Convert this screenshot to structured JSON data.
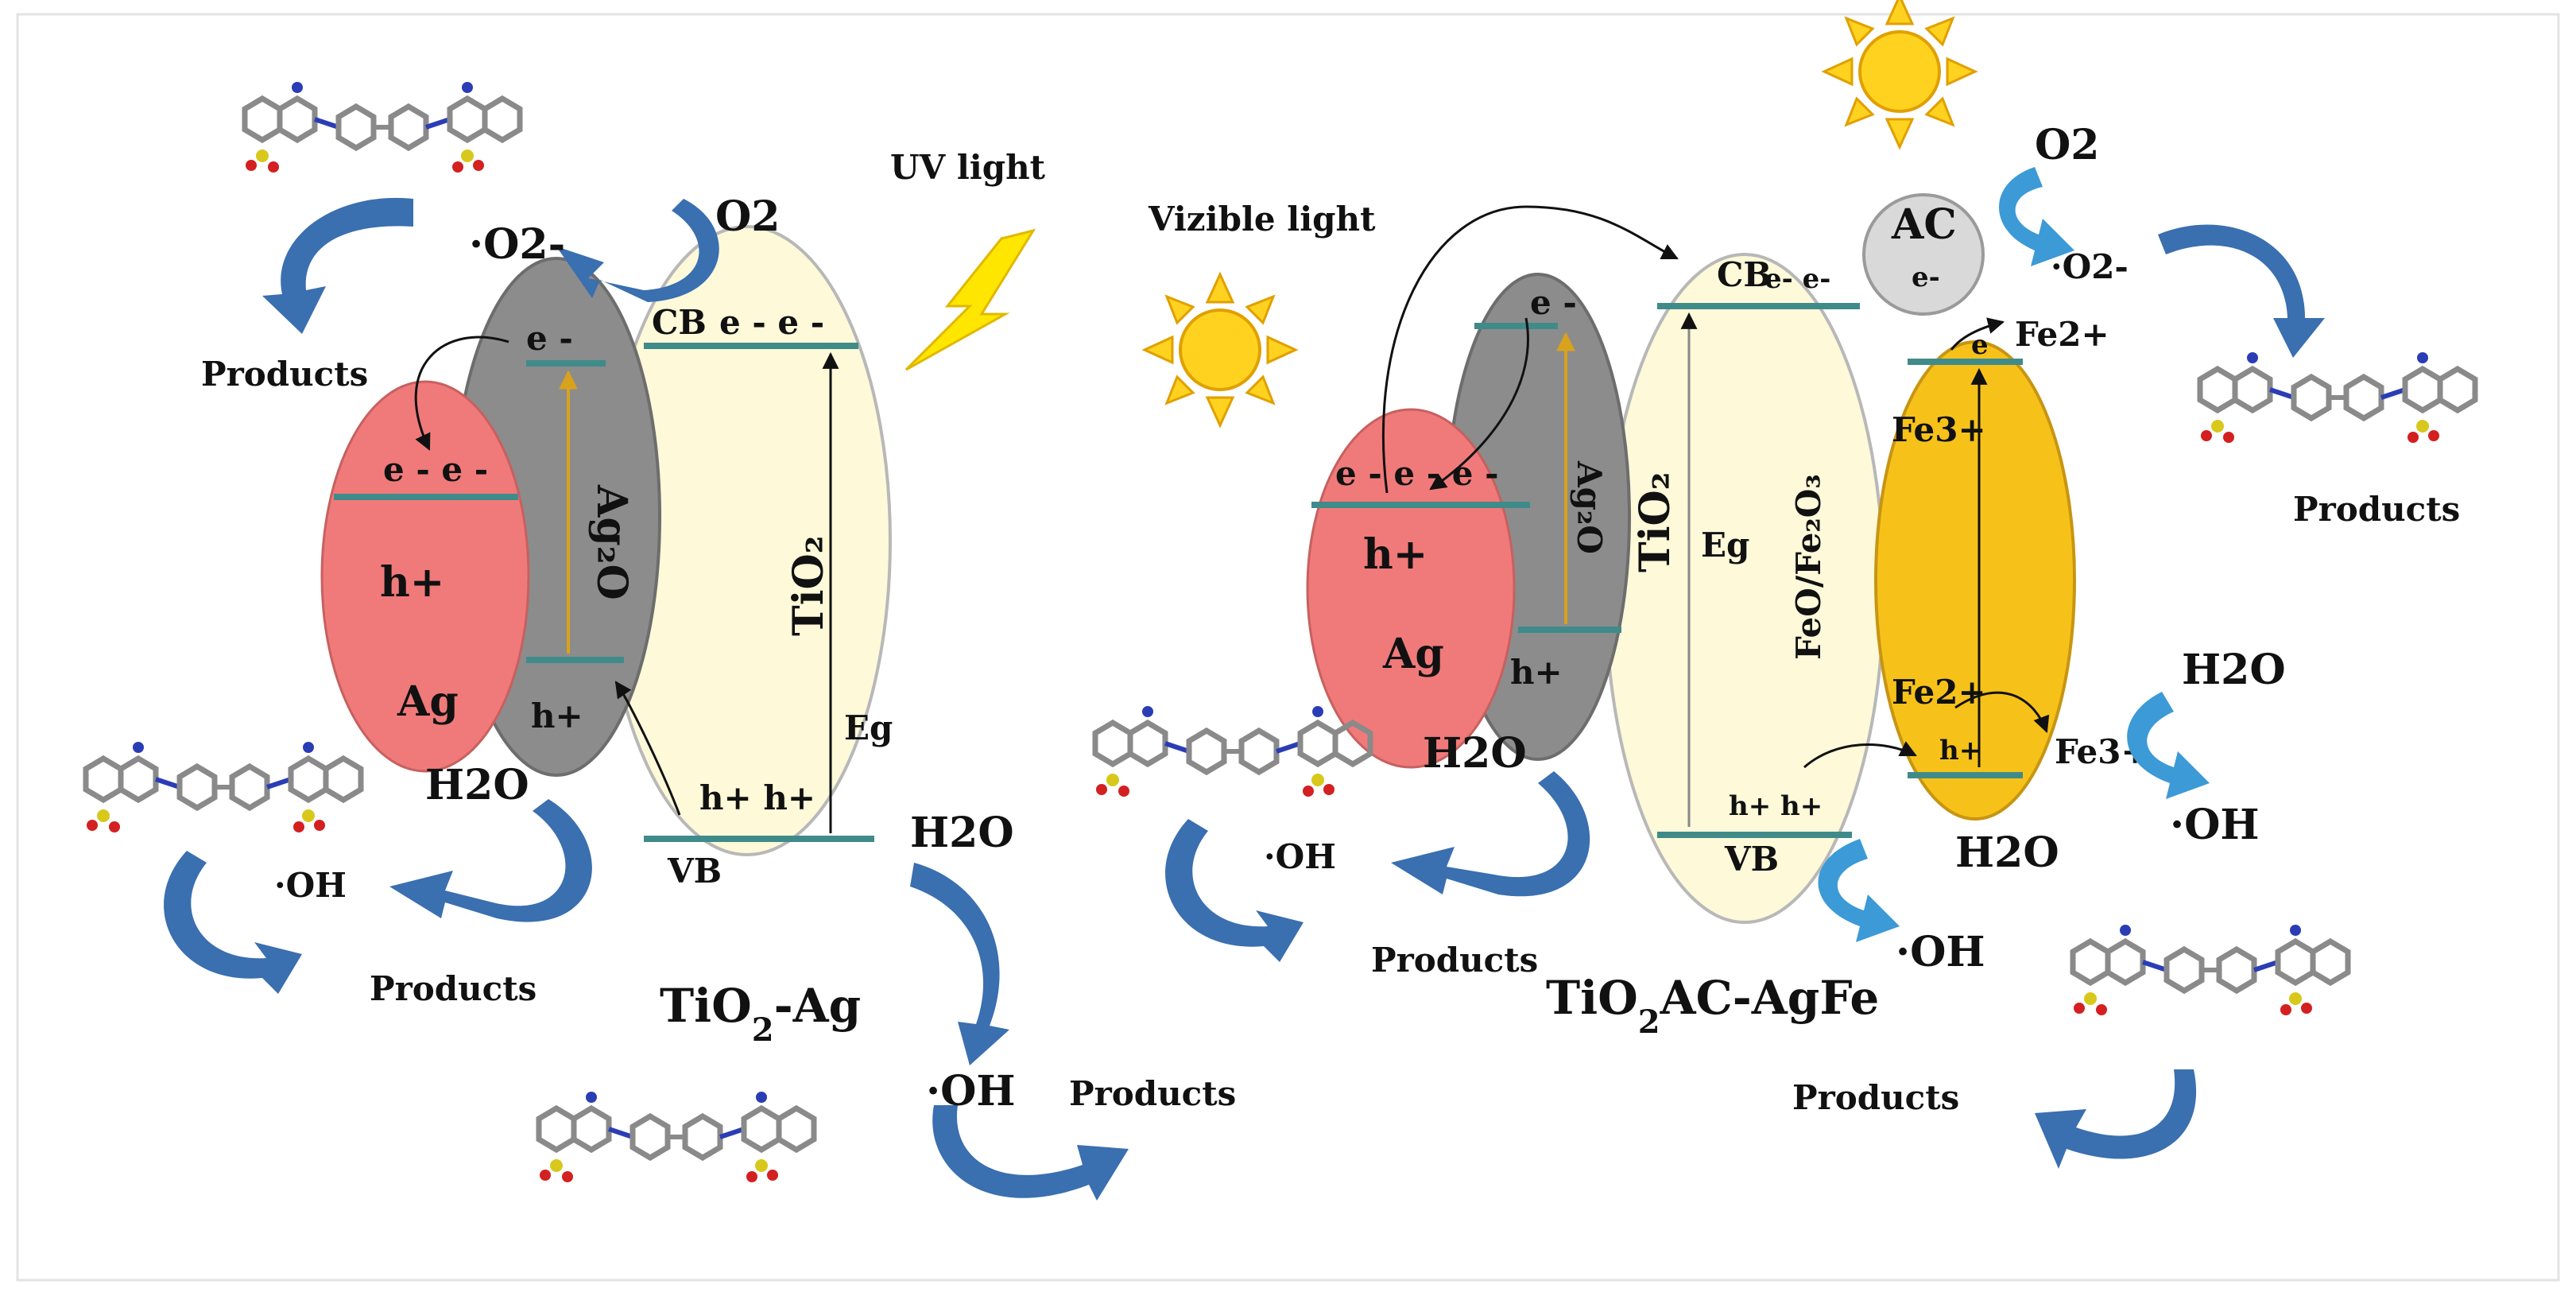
{
  "left": {
    "title_main": "TiO",
    "title_sub": "2",
    "title_rest": "-Ag",
    "uv_light": "UV light",
    "ag_label": "Ag",
    "ag2o_label": "Ag₂O",
    "tio2_label": "TiO₂",
    "cb_label": "CB",
    "vb_label": "VB",
    "eg_label": "Eg",
    "ag_e_label": "e - e -",
    "ag2o_e_label": "e -",
    "cb_e_label": "e - e -",
    "h_plus": "h+",
    "vb_holes": "h+ h+",
    "o2": "O2",
    "superoxide": "·O2-",
    "h2o_a": "H2O",
    "h2o_b": "H2O",
    "oh_a": "·OH",
    "oh_b": "·OH",
    "products_a": "Products",
    "products_b": "Products",
    "products_c": "Products"
  },
  "right": {
    "title_main": "TiO",
    "title_sub": "2",
    "title_rest": "AC-AgFe",
    "visible_light": "Vizible light",
    "ag_label": "Ag",
    "ag2o_label": "Ag₂O",
    "tio2_label": "TiO₂",
    "fe_label": "FeO/Fe₂O₃",
    "ac_label": "AC",
    "ac_e": "e-",
    "cb_label": "CB",
    "cb_e": "e- e-",
    "vb_label": "VB",
    "eg_label": "Eg",
    "ag_e_label": "e - e - e -",
    "ag2o_e_label": "e -",
    "fe_e": "e",
    "h_plus": "h+",
    "vb_holes": "h+  h+",
    "fe_h": "h+",
    "fe3_a": "Fe3+",
    "fe2_a": "Fe2+",
    "fe2_b": "Fe2+",
    "fe3_b": "Fe3+",
    "o2": "O2",
    "superoxide": "·O2-",
    "h2o_a": "H2O",
    "h2o_b": "H2O",
    "h2o_c": "H2O",
    "oh_a": "·OH",
    "oh_b": "·OH",
    "oh_c": "·OH",
    "products_a": "Products",
    "products_b": "Products",
    "products_c": "Products"
  },
  "colors": {
    "ag": "#f07a7a",
    "ag2o": "#8c8c8c",
    "tio2": "#fdf9d9",
    "fe": "#f6c21a",
    "ac": "#d9d9d9",
    "band": "#3f8b8a",
    "arrow": "#3a6fb0",
    "sun": "#ffd21f",
    "bolt": "#ffe600"
  }
}
